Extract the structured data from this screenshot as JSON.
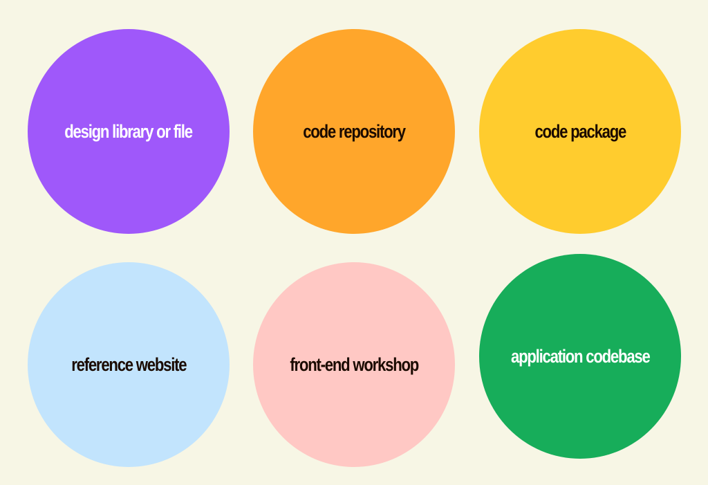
{
  "background": "#f7f6e5",
  "circles": [
    {
      "label": "design library or file",
      "fill": "#9f58fa",
      "text_color": "#ffffff"
    },
    {
      "label": "code repository",
      "fill": "#ffa62b",
      "text_color": "#1a0a00"
    },
    {
      "label": "code package",
      "fill": "#ffcc2e",
      "text_color": "#1a0a00"
    },
    {
      "label": "reference website",
      "fill": "#c2e4fd",
      "text_color": "#1a0a00"
    },
    {
      "label": "front-end workshop",
      "fill": "#ffc8c4",
      "text_color": "#1a0a00"
    },
    {
      "label": "application codebase",
      "fill": "#17ad5a",
      "text_color": "#ffffff"
    }
  ]
}
